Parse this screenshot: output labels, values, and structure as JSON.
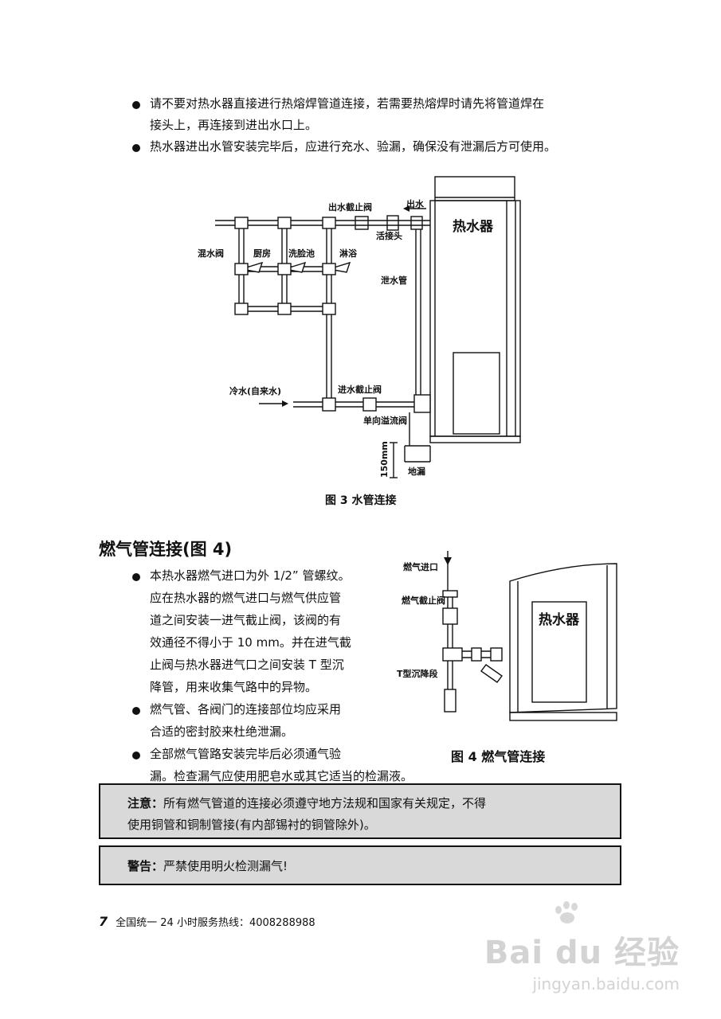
{
  "top_bullets": [
    {
      "lines": [
        "请不要对热水器直接进行热熔焊管道连接，若需要热熔焊时请先将管道焊在",
        "接头上，再连接到进出水口上。"
      ]
    },
    {
      "lines": [
        "热水器进出水管安装完毕后，应进行充水、验漏，确保没有泄漏后方可使用。"
      ]
    }
  ],
  "figure3": {
    "caption": "图 3  水管连接",
    "labels": {
      "heater": "热水器",
      "outlet_valve": "出水截止阀",
      "outlet": "出水",
      "union": "活接头",
      "mixer": "混水阀",
      "kitchen": "厨房",
      "basin": "洗脸池",
      "shower": "淋浴",
      "drain_pipe": "泄水管",
      "cold_water": "冷水(自来水)",
      "inlet_valve": "进水截止阀",
      "check_valve": "单向溢流阀",
      "height": "150mm",
      "floor_drain": "地漏"
    }
  },
  "gas_section": {
    "heading": "燃气管连接(图 4)",
    "bullets": [
      {
        "lines": [
          "本热水器燃气进口为外 1/2” 管螺纹。",
          "应在热水器的燃气进口与燃气供应管",
          "道之间安装一进气截止阀，该阀的有",
          "效通径不得小于 10 mm。并在进气截",
          "止阀与热水器进气口之间安装 T 型沉",
          "降管，用来收集气路中的异物。"
        ]
      },
      {
        "lines": [
          "燃气管、各阀门的连接部位均应采用",
          "合适的密封胶来杜绝泄漏。"
        ]
      },
      {
        "lines": [
          "全部燃气管路安装完毕后必须通气验",
          "漏。检查漏气应使用肥皂水或其它适当的检漏液。"
        ]
      }
    ]
  },
  "figure4": {
    "caption": "图 4  燃气管连接",
    "labels": {
      "gas_inlet": "燃气进口",
      "gas_valve": "燃气截止阀",
      "t_trap": "T型沉降段",
      "heater": "热水器"
    }
  },
  "notice": {
    "label": "注意：",
    "line1": "所有燃气管道的连接必须遵守地方法规和国家有关规定，不得",
    "line2": "使用铜管和铜制管接(有内部锡衬的铜管除外)。"
  },
  "warning": {
    "label": "警告：",
    "text": "严禁使用明火检测漏气!"
  },
  "footer": {
    "page_number": "7",
    "hotline": "全国统一 24 小时服务热线：4008288988"
  },
  "watermark": {
    "brand": "Bai du 经验",
    "url": "jingyan.baidu.com"
  }
}
